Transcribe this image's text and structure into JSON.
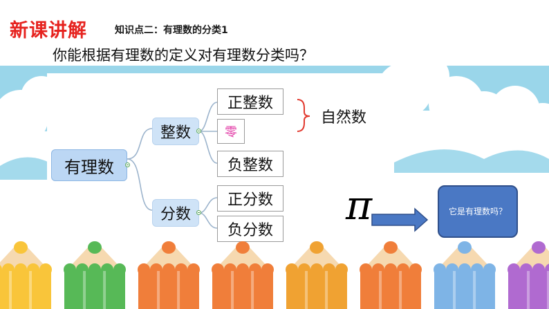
{
  "header": {
    "lesson_title": "新课讲解",
    "section_title": "知识点二：有理数的分类1"
  },
  "question": "你能根据有理数的定义对有理数分类吗？",
  "mindmap": {
    "root": "有理数",
    "branches": [
      {
        "label": "整数",
        "children": [
          "正整数",
          "零",
          "负整数"
        ]
      },
      {
        "label": "分数",
        "children": [
          "正分数",
          "负分数"
        ]
      }
    ],
    "brace_label": "自然数"
  },
  "pi_symbol": "π",
  "callout": "它是有理数吗？",
  "colors": {
    "title_red": "#e6231f",
    "zero_pink": "#e23aa6",
    "callout_blue": "#4a78c4",
    "arrow_blue": "#4a78c4",
    "brace_red": "#e23a2f",
    "sky_blue": "#9ad6ea"
  },
  "pencil_colors": [
    "#f9c53a",
    "#57b957",
    "#f07e3a",
    "#f07e3a",
    "#f0a232",
    "#f07e3a",
    "#7eb4e6",
    "#b06ad0",
    "#e46a8a"
  ]
}
